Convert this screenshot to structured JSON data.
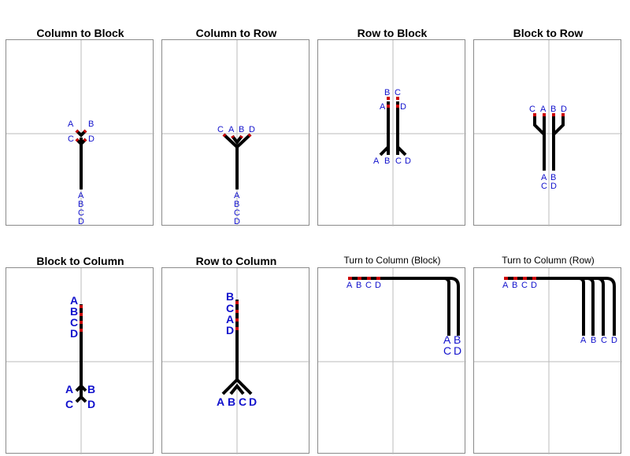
{
  "palette": {
    "wire": "#000000",
    "dash": "#cc0000",
    "label": "#1010cc",
    "grid": "#bbbbbb",
    "border": "#8a8a8a"
  },
  "panels": [
    {
      "title": "Column to Block",
      "top_labels": [
        "A",
        "B",
        "C",
        "D"
      ],
      "bottom_labels": [
        "A",
        "B",
        "C",
        "D"
      ]
    },
    {
      "title": "Column to Row",
      "top_labels": [
        "C",
        "A",
        "B",
        "D"
      ],
      "bottom_labels": [
        "A",
        "B",
        "C",
        "D"
      ]
    },
    {
      "title": "Row to Block",
      "top_labels": [
        "B",
        "C",
        "A",
        "D"
      ],
      "bottom_labels": [
        "A",
        "B",
        "C",
        "D"
      ]
    },
    {
      "title": "Block to Row",
      "top_labels": [
        "C",
        "A",
        "B",
        "D"
      ],
      "bottom_labels": [
        "A",
        "B",
        "C",
        "D"
      ]
    },
    {
      "title": "Block to Column",
      "top_labels": [
        "A",
        "B",
        "C",
        "D"
      ],
      "bottom_labels": [
        "A",
        "B",
        "C",
        "D"
      ]
    },
    {
      "title": "Row to Column",
      "top_labels": [
        "B",
        "C",
        "A",
        "D"
      ],
      "bottom_labels": [
        "A",
        "B",
        "C",
        "D"
      ]
    },
    {
      "title": "Turn to Column (Block)",
      "top_labels": [
        "A",
        "B",
        "C",
        "D"
      ],
      "bottom_labels": [
        "A",
        "B",
        "C",
        "D"
      ]
    },
    {
      "title": "Turn to Column (Row)",
      "top_labels": [
        "A",
        "B",
        "C",
        "D"
      ],
      "bottom_labels": [
        "A",
        "B",
        "C",
        "D"
      ]
    }
  ]
}
